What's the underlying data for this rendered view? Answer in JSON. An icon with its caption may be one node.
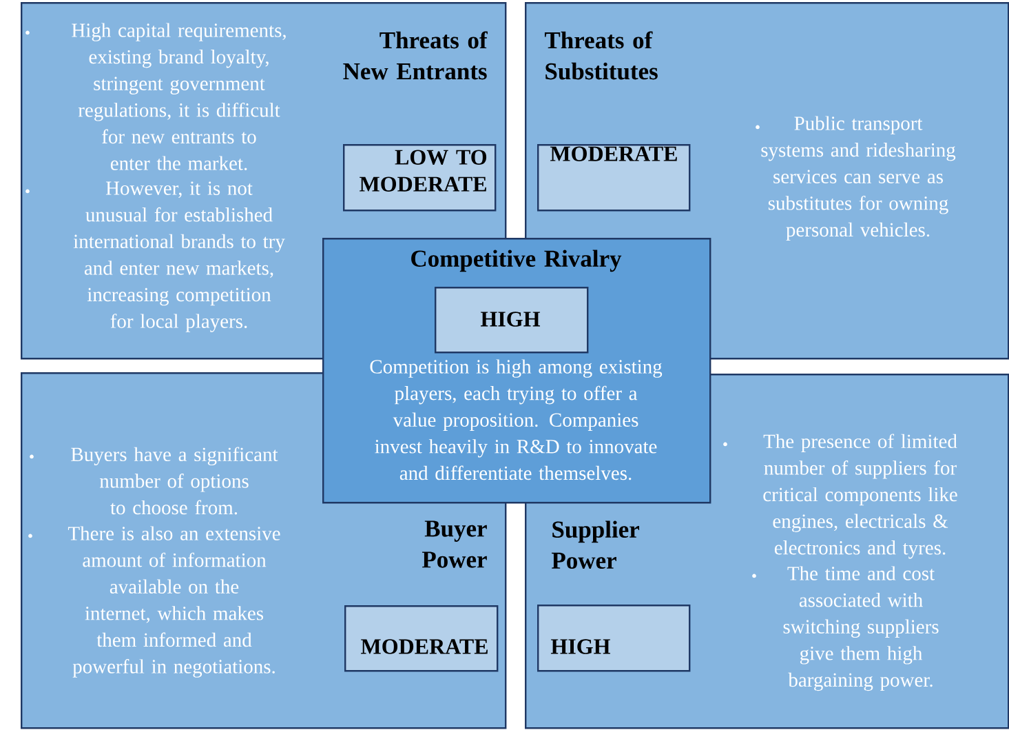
{
  "diagram": {
    "nodes": [
      {
        "text": [
          "High capital requirements, existing brand loyalty, stringent government regulations, it is difficult for new entrants to enter the market.",
          "However, it is not unusual for established international brands to try and enter new markets, increasing competition for local players.",
          "Threats of New Entrants"
        ]
      },
      {
        "text": [
          "LOW TO MODERATE"
        ],
        "in": 0
      },
      {
        "text": [
          "Threats of Substitutes",
          "Public transport systems and ridesharing services can serve as substitutes for owning personal vehicles."
        ]
      },
      {
        "text": [
          "MODERATE"
        ],
        "in": 2
      },
      {
        "text": [
          "Buyers have a significant number of options to choose from.",
          "There is also an extensive amount of information available on the internet, which makes them informed and powerful in negotiations.",
          "Buyer Power"
        ]
      },
      {
        "text": [
          "MODERATE"
        ],
        "in": 4
      },
      {
        "text": [
          "Supplier Power",
          "The presence of limited number of suppliers for critical components like engines, electricals & electronics and tyres.",
          "The time and cost associated with switching suppliers give them high bargaining power."
        ]
      },
      {
        "text": [
          "HIGH"
        ],
        "in": 6
      },
      {
        "text": [
          "Competitive Rivalry",
          "Competition is high among existing players, each trying to offer a value proposition. Companies invest heavily in R&D to innovate and differentiate themselves."
        ]
      },
      {
        "text": [
          "HIGH"
        ],
        "in": 8
      }
    ],
    "labels": [
      "•",
      "•",
      "•",
      "•",
      "•",
      "•",
      "•"
    ]
  }
}
